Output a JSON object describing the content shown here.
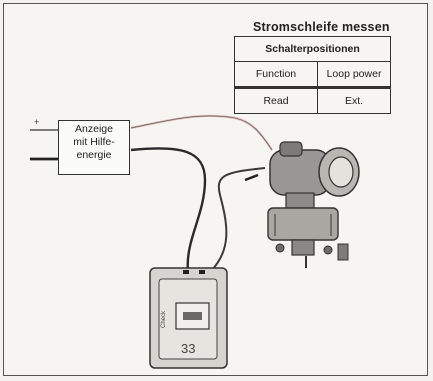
{
  "title": "Stromschleife messen",
  "table": {
    "header": "Schalterpositionen",
    "rows": [
      [
        "Function",
        "Loop power"
      ],
      [
        "Read",
        "Ext."
      ]
    ]
  },
  "supply": {
    "lines": [
      "Anzeige",
      "mit Hilfe-",
      "energie"
    ],
    "terminal_plus": "+",
    "terminal_minus": "-"
  },
  "meter": {
    "side_label": "Check"
  },
  "colors": {
    "background": "#f6f5f1",
    "line": "#333333",
    "wire_light": "#d9b3ae"
  }
}
